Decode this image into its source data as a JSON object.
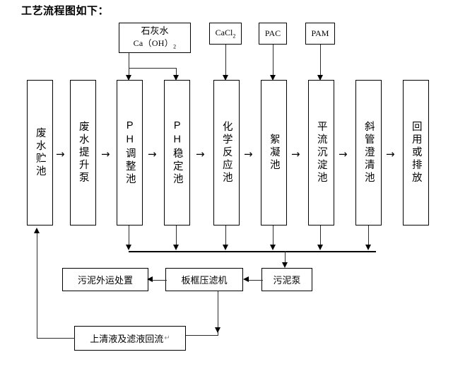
{
  "title": "工艺流程图如下：",
  "diagram": {
    "type": "process-flow",
    "reagent_boxes": [
      {
        "id": "lime",
        "line1": "石灰水",
        "line2_formula": "Ca（OH）",
        "line2_sub": "2",
        "targets": [
          "ph-adjust-tank",
          "ph-stabilize-tank"
        ]
      },
      {
        "id": "cacl2",
        "label": "CaCl",
        "sub": "2",
        "targets": [
          "chemical-reaction-tank"
        ]
      },
      {
        "id": "pac",
        "label": "PAC",
        "sub": "",
        "targets": [
          "flocculation-tank"
        ]
      },
      {
        "id": "pam",
        "label": "PAM",
        "sub": "",
        "targets": [
          "horizontal-sedimentation-tank"
        ]
      }
    ],
    "process_boxes": [
      {
        "id": "wastewater-storage-tank",
        "label": "废水贮池",
        "pilcrow": true
      },
      {
        "id": "wastewater-lift-pump",
        "label": "废水提升泵",
        "pilcrow": false
      },
      {
        "id": "ph-adjust-tank",
        "label": "PH调整池",
        "pilcrow": false
      },
      {
        "id": "ph-stabilize-tank",
        "label": "PH稳定池",
        "pilcrow": false
      },
      {
        "id": "chemical-reaction-tank",
        "label": "化学反应池",
        "pilcrow": false
      },
      {
        "id": "flocculation-tank",
        "label": "絮凝池",
        "pilcrow": false
      },
      {
        "id": "horizontal-sedimentation-tank",
        "label": "平流沉淀池",
        "pilcrow": false
      },
      {
        "id": "inclined-tube-clarifier",
        "label": "斜管澄清池",
        "pilcrow": false
      },
      {
        "id": "reuse-or-discharge",
        "label": "回用或排放",
        "pilcrow": false
      }
    ],
    "sludge_boxes": [
      {
        "id": "sludge-offsite-disposal",
        "label": "污泥外运处置"
      },
      {
        "id": "plate-frame-filter-press",
        "label": "板框压滤机"
      },
      {
        "id": "sludge-pump",
        "label": "污泥泵"
      }
    ],
    "return_box": {
      "id": "supernatant-filtrate-return",
      "label": "上清液及滤液回流",
      "pilcrow": true
    },
    "flow_arrows": {
      "between_process": "→",
      "count_between_process": 8
    },
    "sludge_manifold_sources": [
      "ph-adjust-tank",
      "ph-stabilize-tank",
      "chemical-reaction-tank",
      "flocculation-tank",
      "horizontal-sedimentation-tank",
      "inclined-tube-clarifier"
    ]
  },
  "colors": {
    "background": "#ffffff",
    "stroke": "#000000",
    "line": "#2b2b2b",
    "pilcrow": "#8a8a8a"
  }
}
